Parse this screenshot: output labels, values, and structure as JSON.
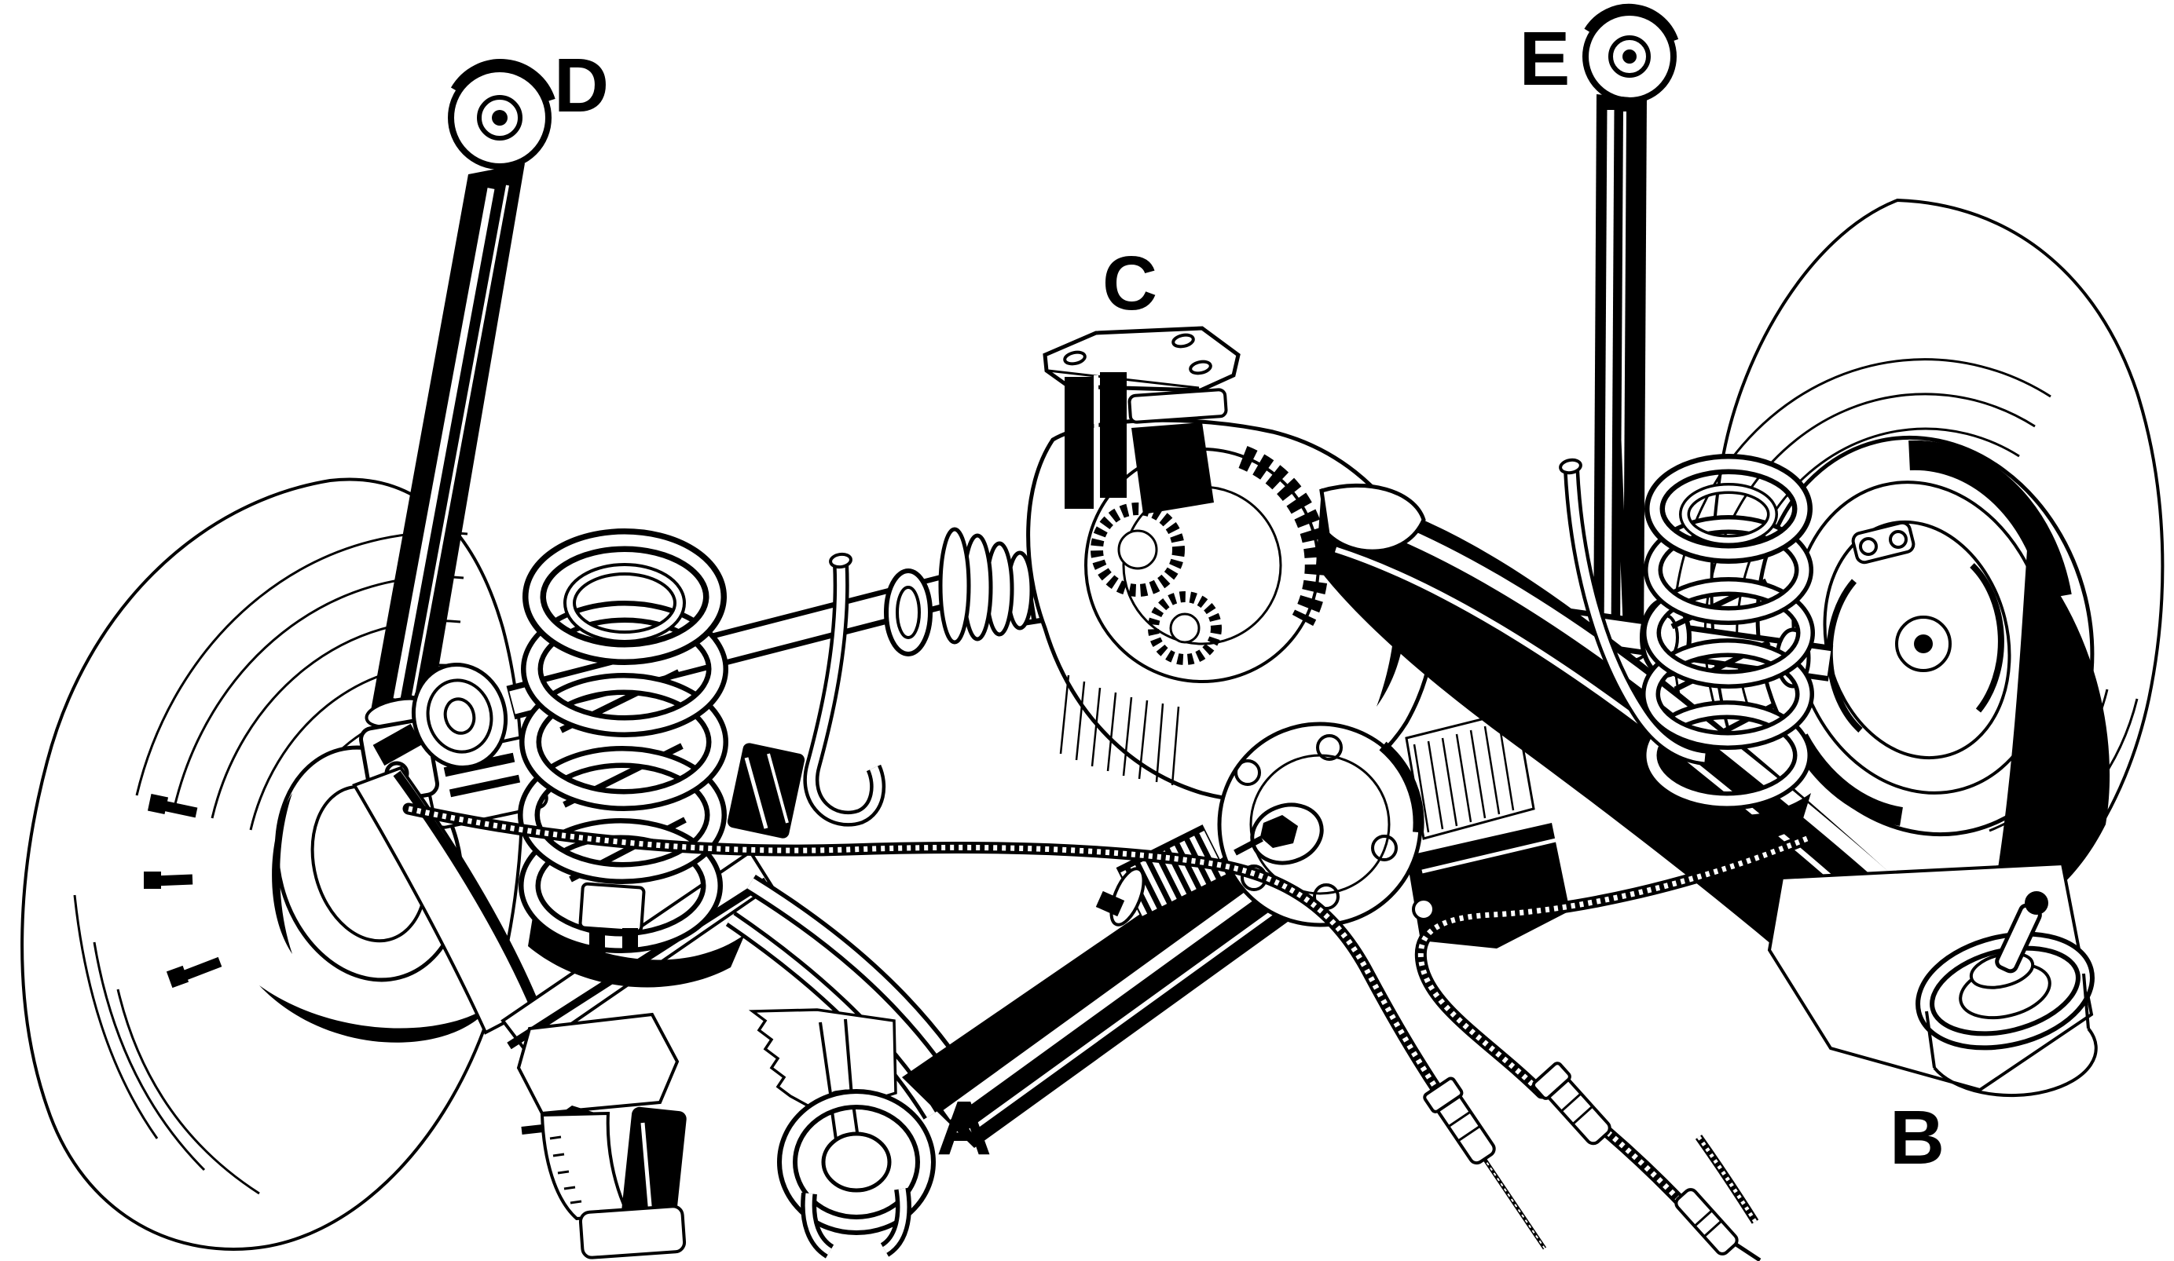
{
  "figure": {
    "type": "technical-line-illustration",
    "paper_color": "#ffffff",
    "ink_color": "#000000",
    "callouts": [
      {
        "letter": "A"
      },
      {
        "letter": "B"
      },
      {
        "letter": "C"
      },
      {
        "letter": "D"
      },
      {
        "letter": "E"
      }
    ]
  }
}
